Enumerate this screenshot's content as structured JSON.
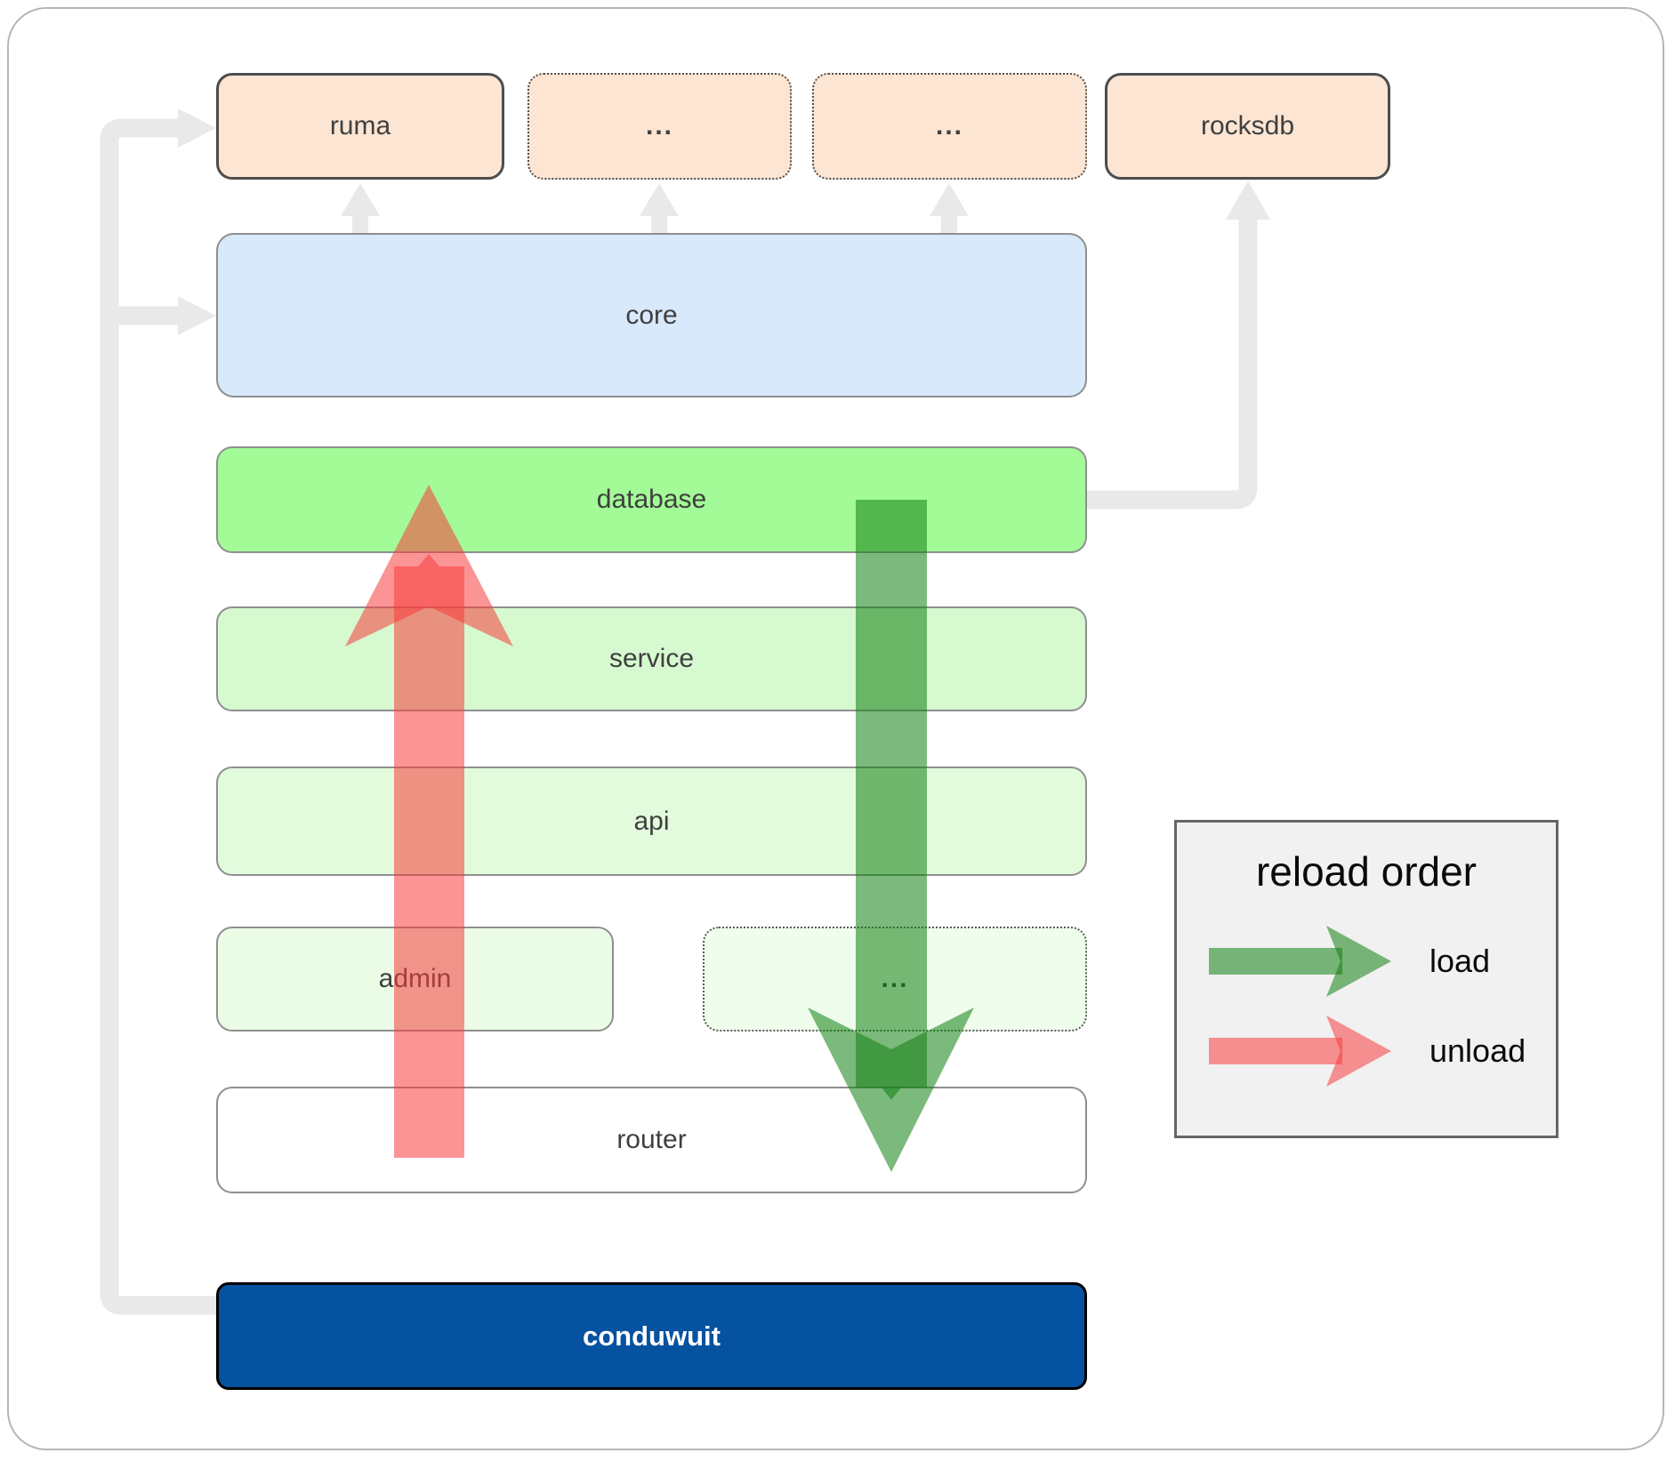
{
  "boxes": {
    "ruma": {
      "label": "ruma"
    },
    "top_ellipsis_1": {
      "label": "..."
    },
    "top_ellipsis_2": {
      "label": "..."
    },
    "rocksdb": {
      "label": "rocksdb"
    },
    "core": {
      "label": "core"
    },
    "database": {
      "label": "database"
    },
    "service": {
      "label": "service"
    },
    "api": {
      "label": "api"
    },
    "admin": {
      "label": "admin"
    },
    "admin_ellipsis": {
      "label": "..."
    },
    "router": {
      "label": "router"
    },
    "conduwuit": {
      "label": "conduwuit"
    }
  },
  "legend": {
    "title": "reload order",
    "items": [
      {
        "label": "load",
        "color": "#108010"
      },
      {
        "label": "unload",
        "color": "#f83c3c"
      }
    ]
  },
  "connections": [
    {
      "from": "conduwuit",
      "to": "ruma",
      "style": "gray-arrow"
    },
    {
      "from": "conduwuit",
      "to": "core",
      "style": "gray-arrow"
    },
    {
      "from": "core",
      "to": "ruma",
      "style": "gray-arrow"
    },
    {
      "from": "core",
      "to": "top_ellipsis_1",
      "style": "gray-arrow"
    },
    {
      "from": "core",
      "to": "top_ellipsis_2",
      "style": "gray-arrow"
    },
    {
      "from": "database",
      "to": "rocksdb",
      "style": "gray-arrow"
    },
    {
      "from": "database",
      "to": "router",
      "style": "load-arrow-green-down"
    },
    {
      "from": "router",
      "to": "database",
      "style": "unload-arrow-red-up"
    }
  ],
  "colors": {
    "peach_box": "#fce5d3",
    "core_box": "#d7e9fb",
    "database_box": "#a3fb97",
    "service_box": "#d6f9d0",
    "api_box": "#e2fbdc",
    "admin_box": "#eafce6",
    "conduwuit_box": "#0552a0",
    "connector_gray": "#e9e9e9",
    "load_green": "rgba(16,128,16,0.55)",
    "unload_red": "rgba(248,60,60,0.55)"
  }
}
